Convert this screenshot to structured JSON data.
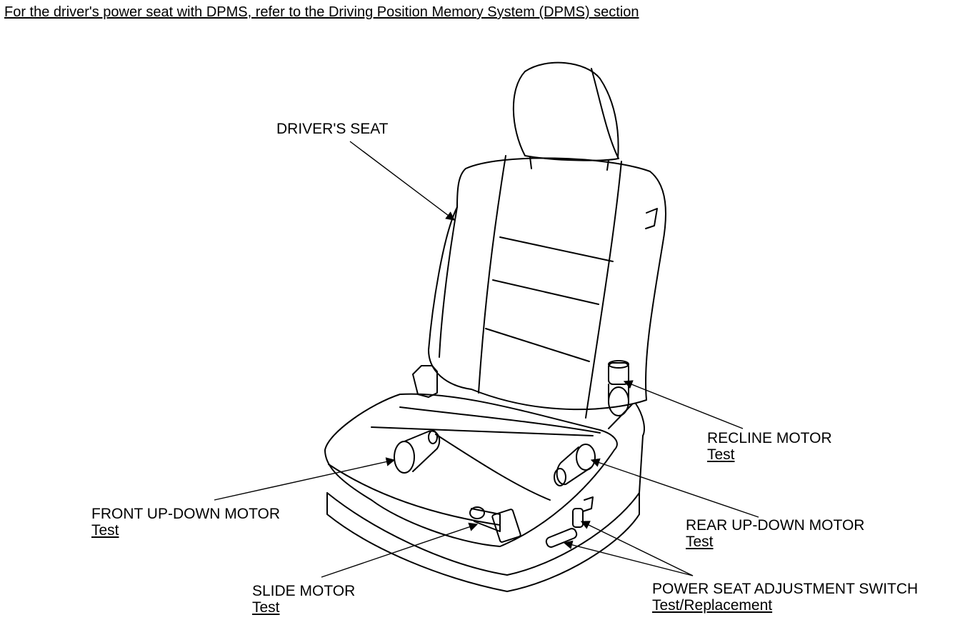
{
  "header": {
    "link_text": "For the driver's power seat with DPMS, refer to the Driving Position Memory System (DPMS) section"
  },
  "labels": {
    "drivers_seat": "DRIVER'S SEAT",
    "recline_motor": {
      "name": "RECLINE MOTOR",
      "link": "Test"
    },
    "front_up_down_motor": {
      "name": "FRONT UP-DOWN MOTOR",
      "link": "Test"
    },
    "rear_up_down_motor": {
      "name": "REAR UP-DOWN MOTOR",
      "link": "Test"
    },
    "slide_motor": {
      "name": "SLIDE MOTOR",
      "link": "Test"
    },
    "power_seat_switch": {
      "name": "POWER SEAT ADJUSTMENT SWITCH",
      "link": "Test/Replacement"
    }
  }
}
